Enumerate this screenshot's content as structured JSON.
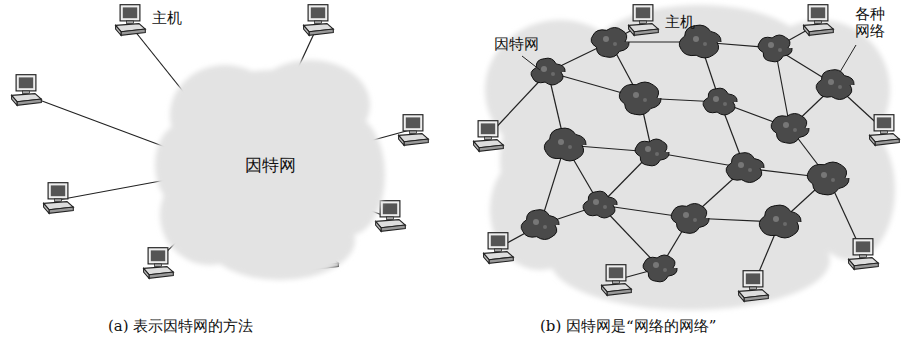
{
  "diagram": {
    "nodes": [
      {
        "text": [
          "因特网"
        ]
      }
    ],
    "labels": [
      "主机",
      "(a) 表示因特网的方法",
      "因特网",
      "主机",
      "各种 网络",
      "(b) 因特网是“网络的网络”"
    ]
  }
}
